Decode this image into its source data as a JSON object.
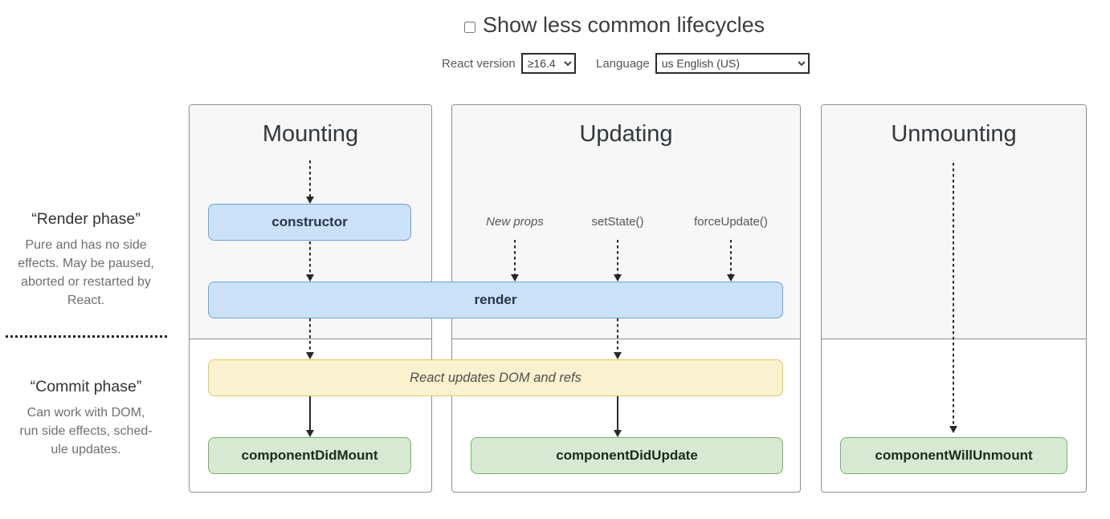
{
  "header": {
    "title": "Show less common lifecycles",
    "checkbox_checked": false
  },
  "controls": {
    "react_version": {
      "label": "React version",
      "value": "≥16.4"
    },
    "language": {
      "label": "Language",
      "value": "us English (US)"
    }
  },
  "sidebar": {
    "render_phase": {
      "title": "“Render phase”",
      "description": "Pure and has no side\neffects. May be paused,\naborted or restarted by\nReact."
    },
    "commit_phase": {
      "title": "“Commit phase”",
      "description": "Can work with DOM,\nrun side effects, sched-\nule updates."
    }
  },
  "columns": [
    {
      "title": "Mounting"
    },
    {
      "title": "Updating"
    },
    {
      "title": "Unmounting"
    }
  ],
  "updating_triggers": {
    "new_props": "New props",
    "set_state": "setState()",
    "force_update": "forceUpdate()"
  },
  "boxes": {
    "constructor": "constructor",
    "render": "render",
    "react_updates": "React updates DOM and refs",
    "component_did_mount": "componentDidMount",
    "component_did_update": "componentDidUpdate",
    "component_will_unmount": "componentWillUnmount"
  },
  "colors": {
    "blue_fill": "#cbe1f8",
    "blue_border": "#6aa1dc",
    "yellow_fill": "#faf1ce",
    "yellow_border": "#e2c75e",
    "green_fill": "#d7e9d2",
    "green_border": "#7cb06c",
    "render_phase_bg": "#f7f7f7",
    "column_border": "#8e8e8e",
    "arrow": "#24292e"
  }
}
